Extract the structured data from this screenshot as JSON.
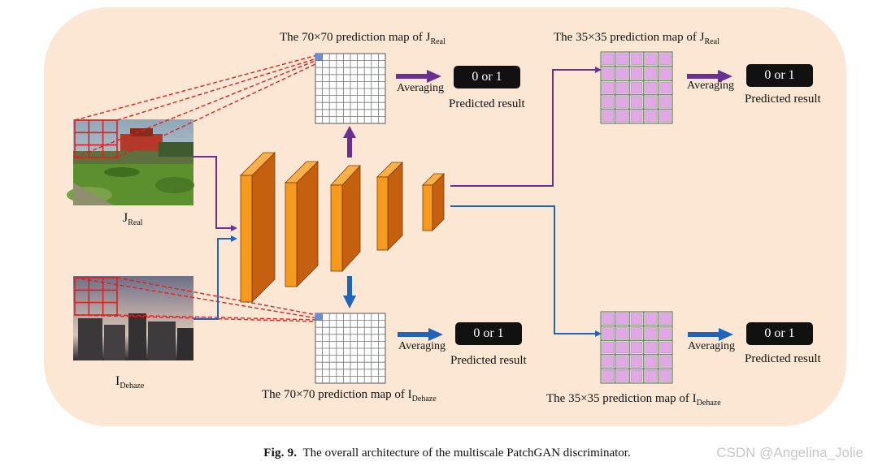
{
  "top_left_map": {
    "title": "The 70×70 prediction map of J",
    "sub": "Real"
  },
  "bottom_left_map": {
    "title": "The 70×70 prediction map of I",
    "sub": "Dehaze"
  },
  "top_right_map": {
    "title": "The 35×35 prediction map of J",
    "sub": "Real"
  },
  "bottom_right_map": {
    "title": "The 35×35 prediction map of I",
    "sub": "Dehaze"
  },
  "input_real": {
    "main": "J",
    "sub": "Real"
  },
  "input_dehaze": {
    "main": "I",
    "sub": "Dehaze"
  },
  "averaging_label": "Averaging",
  "result_box": "0 or 1",
  "predicted_label": "Predicted result",
  "caption": {
    "fig": "Fig. 9.",
    "text": "The overall architecture of the multiscale PatchGAN discriminator."
  },
  "watermark": "CSDN @Angelina_Jolie",
  "colors": {
    "background_panel": "#fbe7d4",
    "layer_front": "#f59a1e",
    "layer_side": "#c4600f",
    "purple_arrow": "#6a2f93",
    "blue_arrow": "#1f64b8",
    "dashed_red": "#e02020",
    "map_cell_pink": "#e2a8e6"
  }
}
